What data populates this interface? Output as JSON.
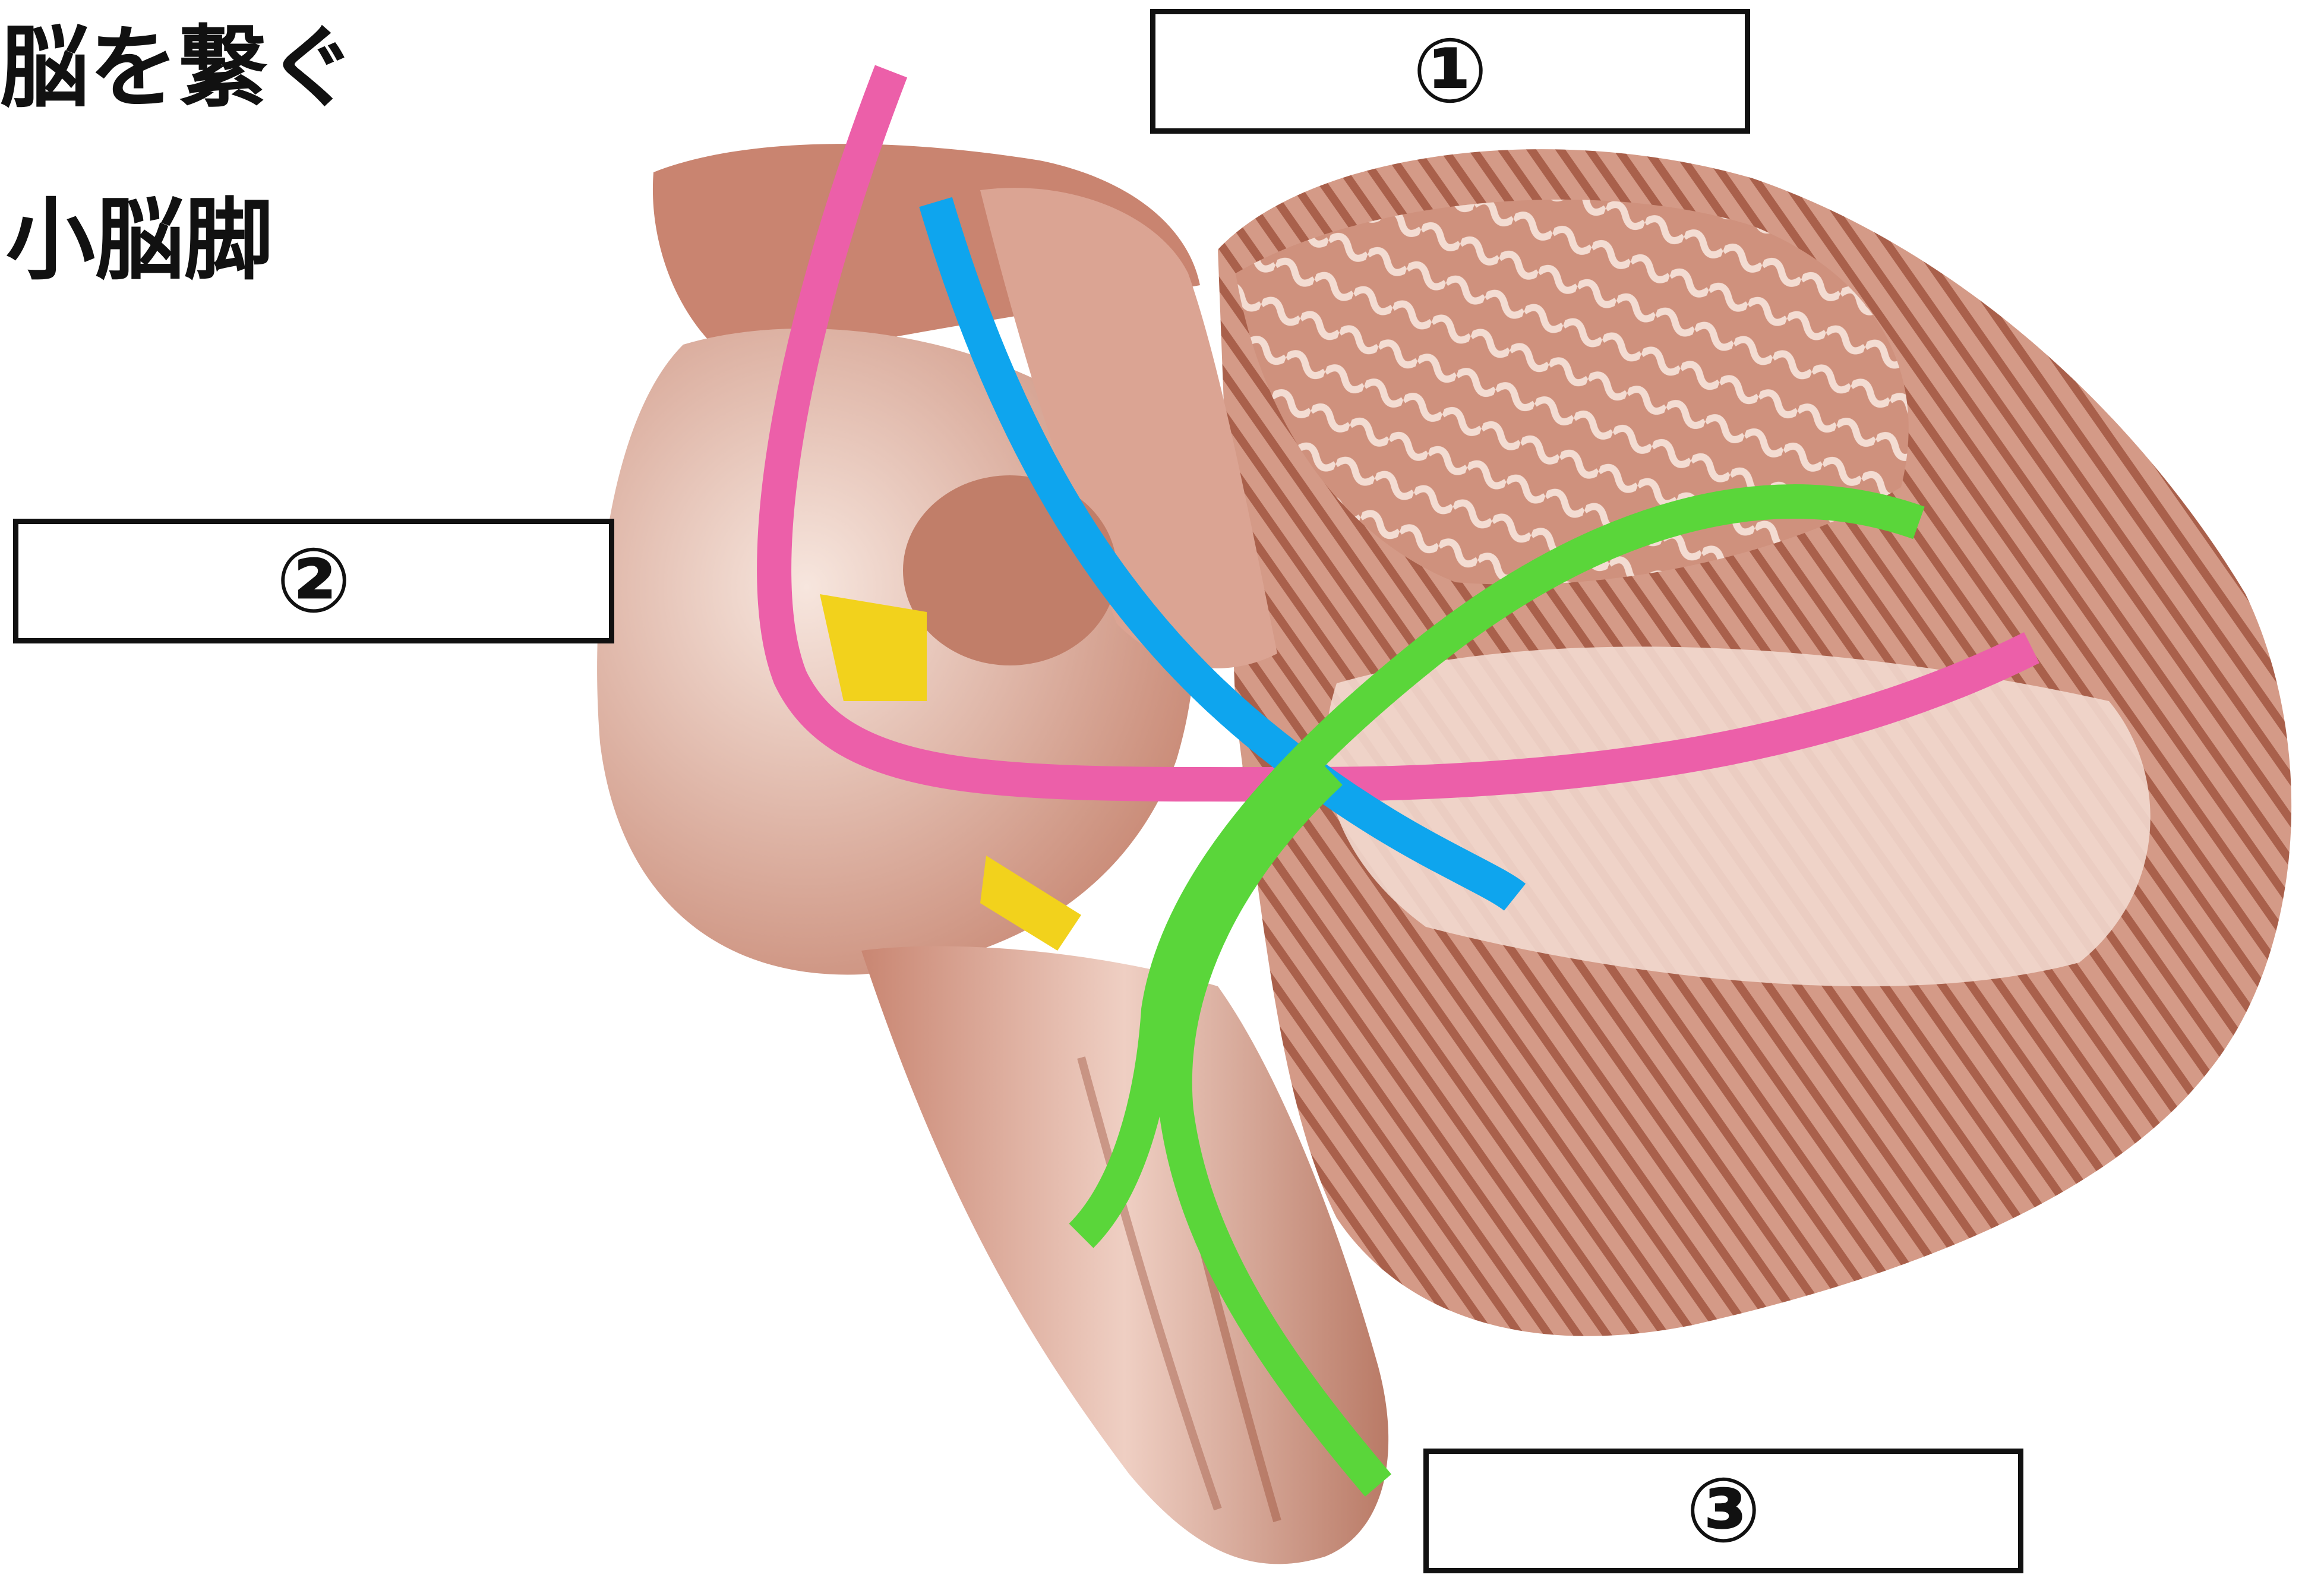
{
  "title": {
    "line1": "脳を繋ぐ",
    "line2": "小脳脚"
  },
  "labels": {
    "box1": "①",
    "box2": "②",
    "box3": "③"
  },
  "colors": {
    "tissue": "#d9a08e",
    "tissue_dark": "#a8644f",
    "tissue_light": "#f3ddd3",
    "nerve_yellow": "#f2d21c",
    "pathway_pink": "#ec5fa9",
    "pathway_blue": "#0ea5ee",
    "pathway_green": "#5ad63a"
  }
}
